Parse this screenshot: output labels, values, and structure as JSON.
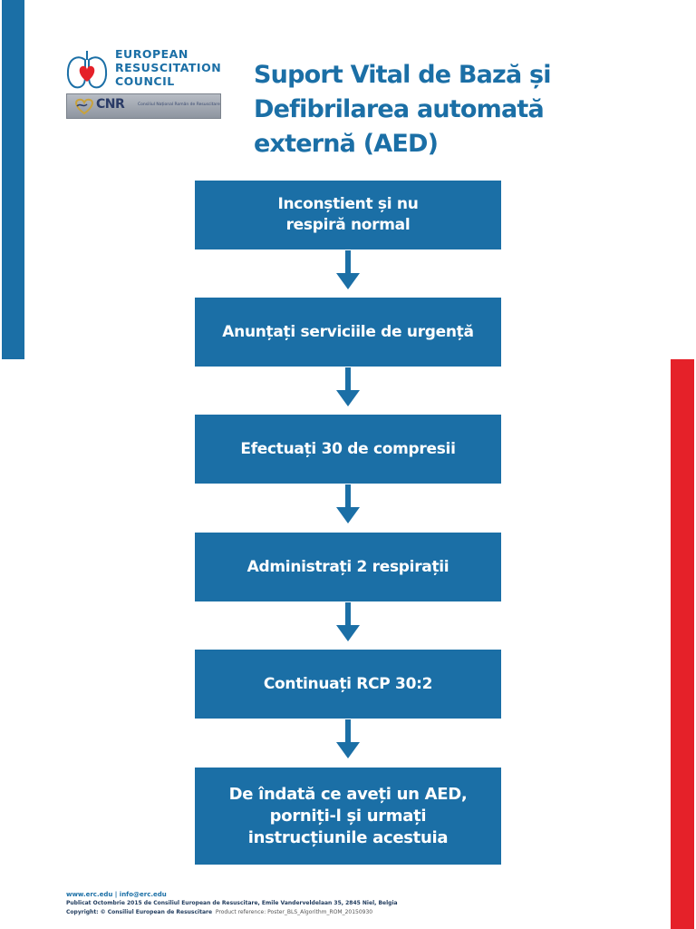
{
  "organization": {
    "lines": [
      "EUROPEAN",
      "RESUSCITATION",
      "COUNCIL"
    ],
    "logo_icon": "lungs-heart-icon"
  },
  "partner_logo": {
    "letters": "CNR",
    "subtitle": "Consiliul Național Român de Resuscitare",
    "icon": "heart-icon"
  },
  "title": {
    "lines": [
      "Suport Vital de Bază și",
      "Defibrilarea automată",
      "externă (AED)"
    ]
  },
  "steps": [
    {
      "lines": [
        "Inconștient și nu",
        "respiră normal"
      ]
    },
    {
      "lines": [
        "Anunțați serviciile de urgență"
      ]
    },
    {
      "lines": [
        "Efectuați 30 de compresii"
      ]
    },
    {
      "lines": [
        "Administrați 2 respirații"
      ]
    },
    {
      "lines": [
        "Continuați RCP 30:2"
      ]
    },
    {
      "lines": [
        "De îndată ce aveți un AED,",
        "porniți-l și urmați",
        "instrucțiunile acestuia"
      ]
    }
  ],
  "footer": {
    "links": "www.erc.edu | info@erc.edu",
    "published": "Publicat Octombrie 2015 de Consiliul European de Resuscitare, Emile Vanderveldelaan 35, 2845 Niel, Belgia",
    "copyright": "Copyright: © Consiliul European de Resuscitare",
    "product_ref": "Product reference: Poster_BLS_Algorithm_ROM_20150930"
  },
  "colors": {
    "primary_blue": "#1b6fa6",
    "accent_red": "#e52129"
  }
}
